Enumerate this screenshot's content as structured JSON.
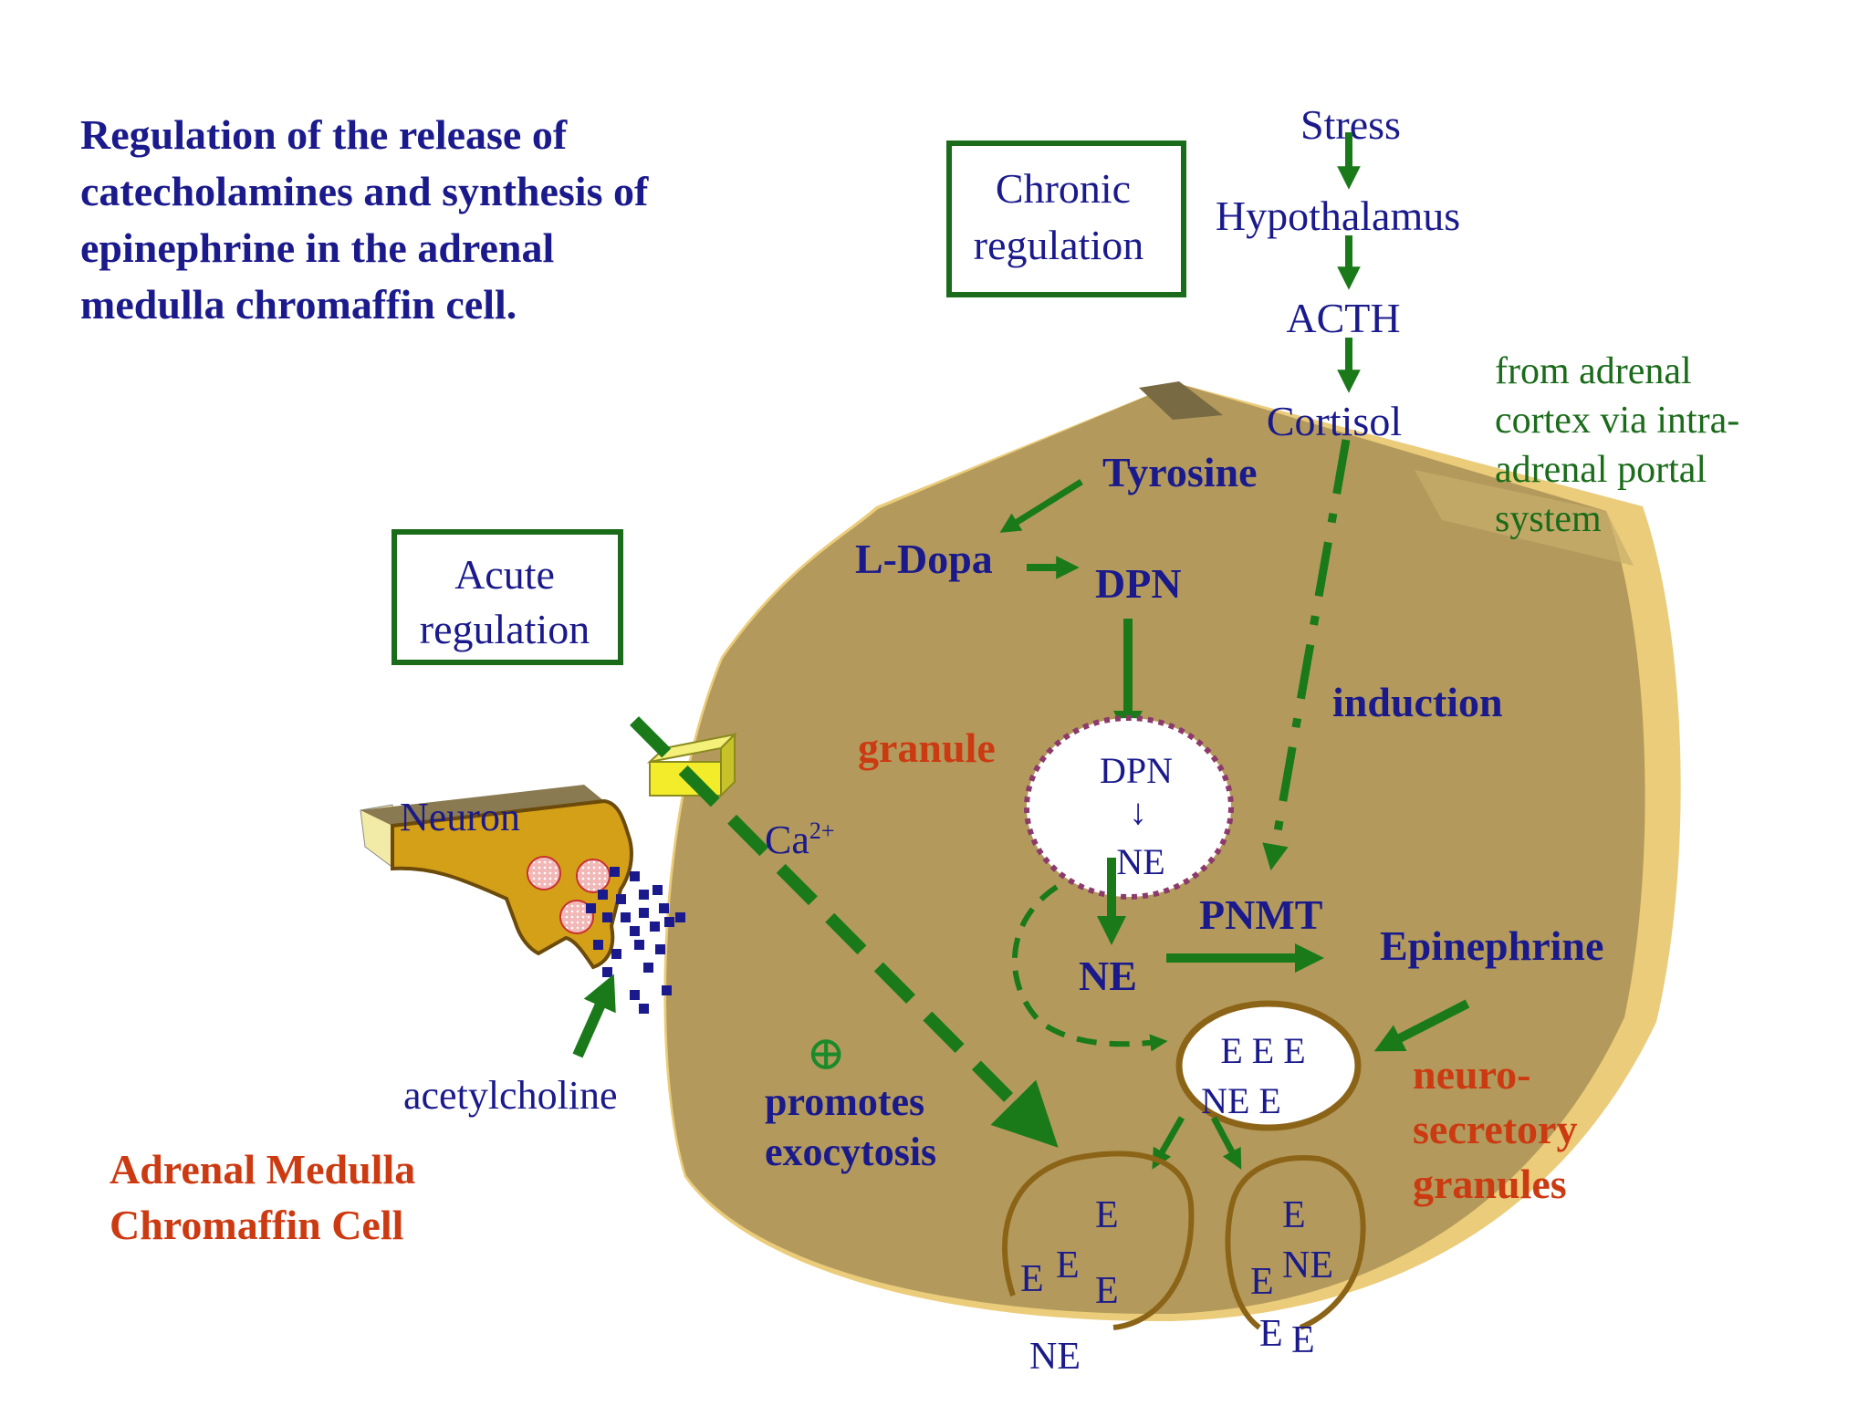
{
  "title": {
    "line1": "Regulation of the release of",
    "line2": "catecholamines and synthesis of",
    "line3": "epinephrine in the adrenal",
    "line4": "medulla chromaffin cell."
  },
  "chronic_box": {
    "line1": "Chronic",
    "line2": "regulation"
  },
  "acute_box": {
    "line1": "Acute",
    "line2": "regulation"
  },
  "hpa_axis": {
    "stress": "Stress",
    "hypothalamus": "Hypothalamus",
    "acth": "ACTH",
    "cortisol": "Cortisol"
  },
  "cortex_note": {
    "line1": "from adrenal",
    "line2": "cortex via intra-",
    "line3": "adrenal portal",
    "line4": "system"
  },
  "pathway": {
    "tyrosine": "Tyrosine",
    "ldopa": "L-Dopa",
    "dpn": "DPN",
    "induction": "induction",
    "granule": "granule",
    "granule_dpn": "DPN",
    "granule_arrow": "↓",
    "granule_ne": "NE",
    "ne": "NE",
    "pnmt": "PNMT",
    "epinephrine": "Epinephrine"
  },
  "neuron": {
    "label": "Neuron"
  },
  "ca": {
    "base": "Ca",
    "sup": "2+"
  },
  "exocytosis": {
    "symbol": "⊕",
    "line1": "promotes",
    "line2": "exocytosis"
  },
  "acetylcholine": "acetylcholine",
  "cell_label": {
    "line1": "Adrenal Medulla",
    "line2": "Chromaffin Cell"
  },
  "storage_granule": {
    "line1": "E  E  E",
    "line2": "NE  E"
  },
  "neurosecretory": {
    "line1": "neuro-",
    "line2": "secretory",
    "line3": "granules"
  },
  "released_left": {
    "e1": "E",
    "e2": "E",
    "e3": "E",
    "e4": "E",
    "ne": "NE"
  },
  "released_right": {
    "e1": "E",
    "ne": "NE",
    "e2": "E",
    "e3": "E",
    "e4": "E"
  },
  "colors": {
    "title_blue": "#1a1a8c",
    "arrow_green": "#1a7a1a",
    "label_red": "#cc3a12",
    "cell_fill": "#b39a5c",
    "note_green": "#1a6b1a"
  }
}
